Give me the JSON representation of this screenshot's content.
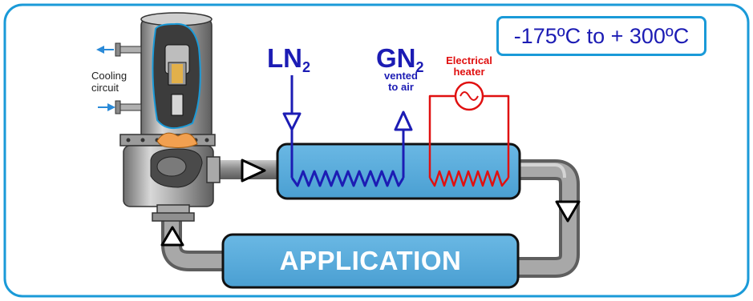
{
  "diagram": {
    "temperature_range": "-175ºC to + 300ºC",
    "application_label": "APPLICATION",
    "ln2": {
      "main": "LN",
      "sub": "2"
    },
    "gn2": {
      "main": "GN",
      "sub": "2"
    },
    "gn2_note_line1": "vented",
    "gn2_note_line2": "to air",
    "heater_line1": "Electrical",
    "heater_line2": "heater",
    "cooling_line1": "Cooling",
    "cooling_line2": "circuit",
    "colors": {
      "frame": "#1a9ad8",
      "tank_fill": "#5aaedc",
      "pipe": "#8c8c8c",
      "nitrogen_coil": "#1c1cb4",
      "heater_coil": "#e01010",
      "cooling_arrow": "#2a8ad8"
    },
    "icons": [
      "arrow-right-icon",
      "arrow-down-icon",
      "arrow-up-icon",
      "ac-source-icon",
      "pump-icon"
    ]
  }
}
